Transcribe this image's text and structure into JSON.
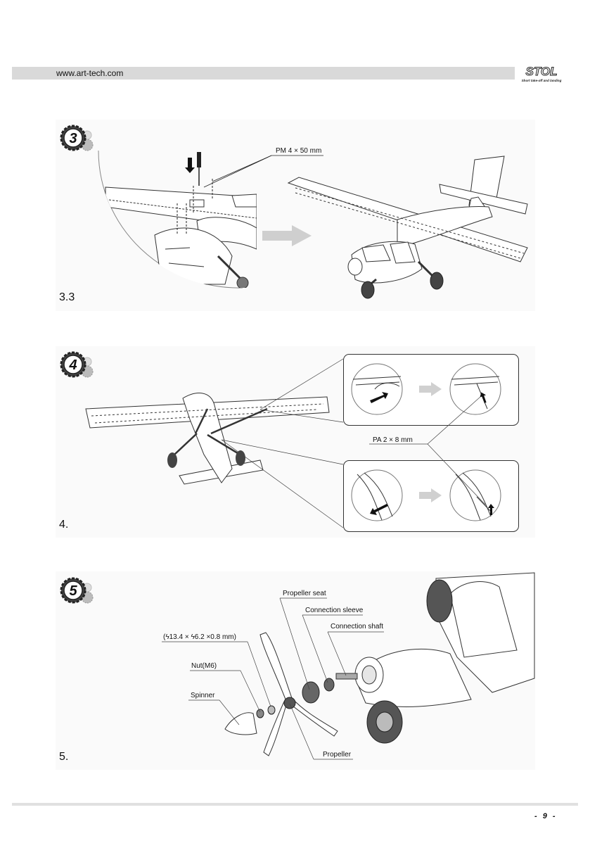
{
  "header": {
    "url": "www.art-tech.com",
    "logo_text": "STOL",
    "logo_subtext": "Short take-off and landing"
  },
  "steps": [
    {
      "number": "3",
      "label": "3.3",
      "callouts": [
        "PM 4 × 50 mm"
      ]
    },
    {
      "number": "4",
      "label": "4.",
      "callouts": [
        "PA 2 × 8 mm"
      ]
    },
    {
      "number": "5",
      "label": "5.",
      "callouts": [
        "Propeller seat",
        "Connection sleeve",
        "Connection shaft",
        "(ϟ13.4 × ϟ6.2 ×0.8 mm)",
        "Nut(M6)",
        "Spinner",
        "Propeller"
      ]
    }
  ],
  "footer": {
    "page_number": "9",
    "page_prefix": "-",
    "page_suffix": "-"
  }
}
